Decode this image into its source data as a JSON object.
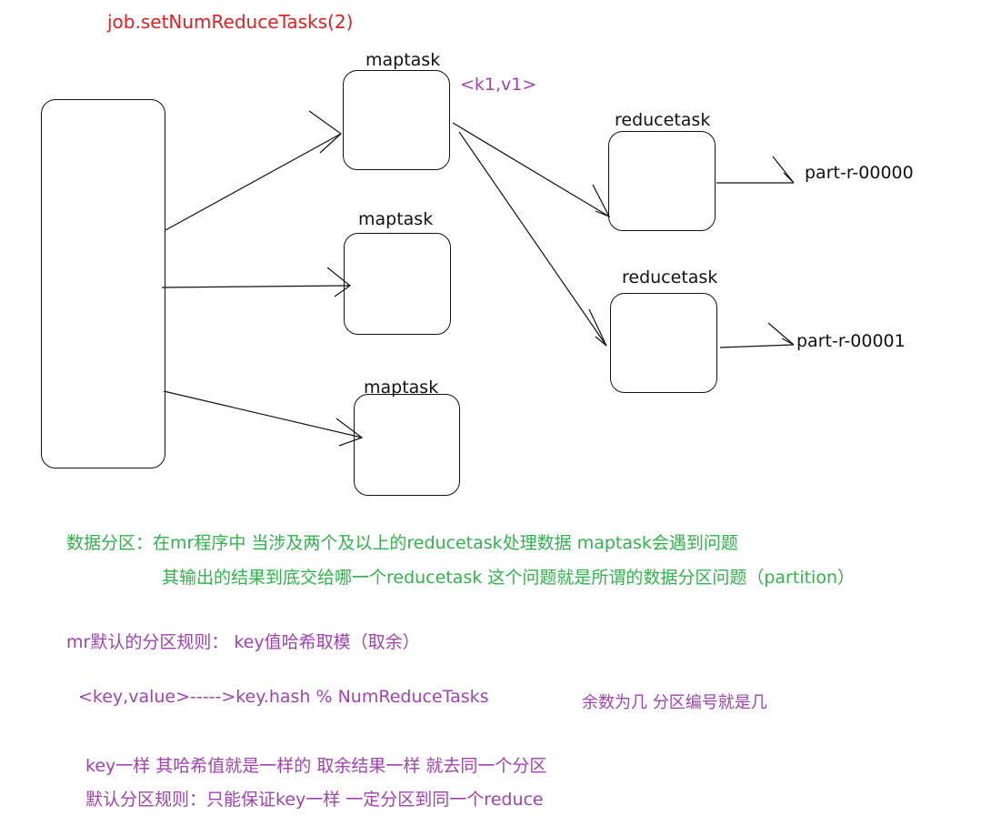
{
  "title": "job.setNumReduceTasks(2)",
  "diagram": {
    "maptask_label": "maptask",
    "reducetask_label": "reducetask",
    "kv_label": "<k1,v1>",
    "outputs": [
      "part-r-00000",
      "part-r-00001"
    ]
  },
  "notes": {
    "green_line1": "数据分区：在mr程序中  当涉及两个及以上的reducetask处理数据 maptask会遇到问题",
    "green_line2": "其输出的结果到底交给哪一个reducetask  这个问题就是所谓的数据分区问题（partition）",
    "rule_title": "mr默认的分区规则：  key值哈希取模（取余）",
    "formula": "<key,value>----->key.hash    %   NumReduceTasks",
    "formula_note": "余数为几 分区编号就是几",
    "point1": "key一样 其哈希值就是一样的  取余结果一样 就去同一个分区",
    "point2": "默认分区规则：只能保证key一样 一定分区到同一个reduce"
  },
  "colors": {
    "title": "#e0201e",
    "green": "#2fb34a",
    "purple": "#a043b0",
    "line": "#111111"
  }
}
